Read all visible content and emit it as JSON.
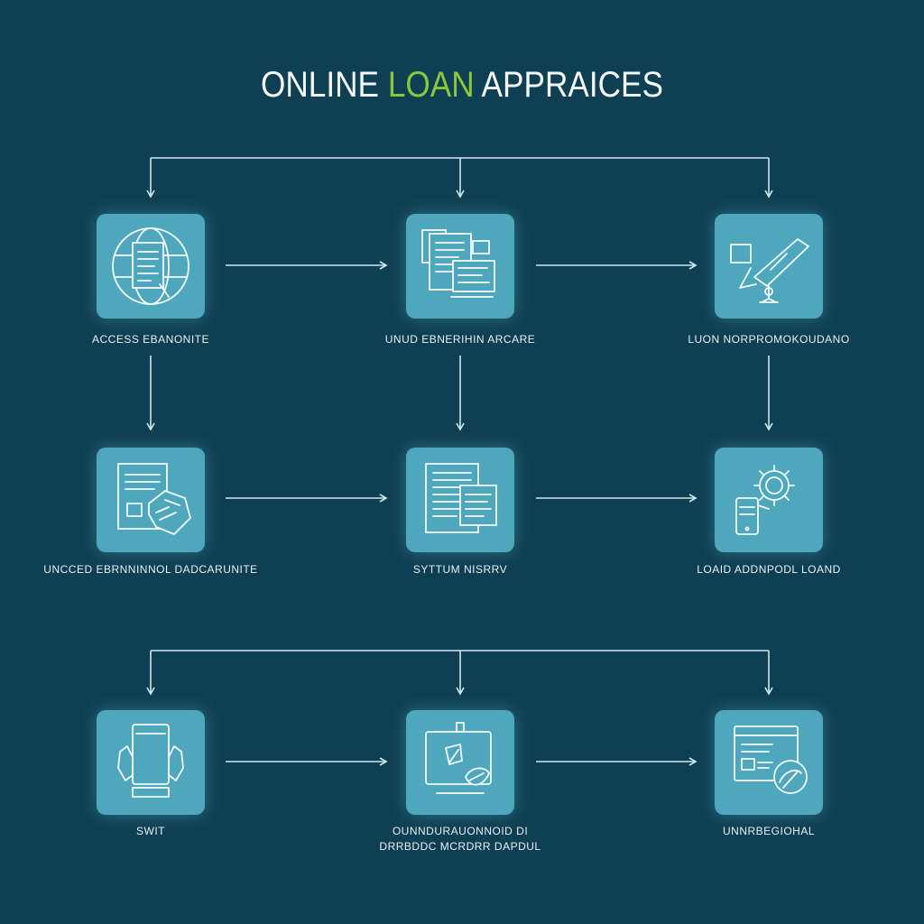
{
  "title": {
    "part1": "ONLINE ",
    "part2": "LOAN",
    "part3": " APPRAICES"
  },
  "colors": {
    "background": "#0f3f52",
    "card": "#4fa7bd",
    "accent": "#8cc63f",
    "line": "#cfe7ee"
  },
  "steps": [
    {
      "label": "ACCESS EBANONITE",
      "icon": "globe-document-icon"
    },
    {
      "label": "UNUD EBNERIHIN ARCARE",
      "icon": "documents-stack-icon"
    },
    {
      "label": "LUON NORPROMOKOUDANO",
      "icon": "telescope-icon"
    },
    {
      "label": "UNCCED EBRNNINNOL DADCARUNITE",
      "icon": "document-handshake-icon"
    },
    {
      "label": "SYTTUM NISRRV",
      "icon": "document-card-icon"
    },
    {
      "label": "LOAID ADDNPODL LOAND",
      "icon": "gear-phone-icon"
    },
    {
      "label": "SWIT",
      "icon": "hands-phone-icon"
    },
    {
      "label": "OUNNDURAUONNOID DI",
      "label2": "DRRBDDC MCRDRR DAPDUL",
      "icon": "monitor-leaf-icon"
    },
    {
      "label": "UNNRBEGIOHAL",
      "icon": "browser-leaf-icon"
    }
  ]
}
